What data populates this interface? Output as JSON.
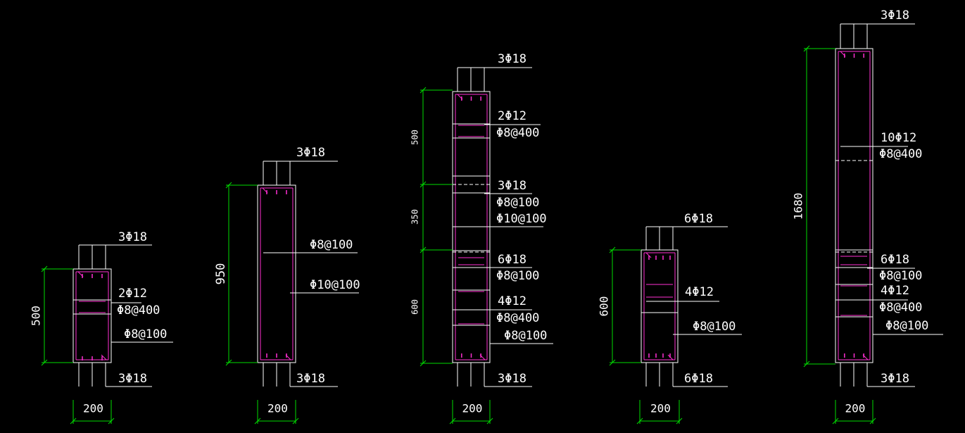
{
  "colors": {
    "background": "#000000",
    "outline": "#ffffff",
    "rebar": "#ff2fd2",
    "dimension": "#00dd00",
    "text": "#ffffff"
  },
  "sections": [
    {
      "id": "section-1",
      "width_dim": "200",
      "height_dims": [
        "500"
      ],
      "top_callout": "3Φ18",
      "bottom_callout": "3Φ18",
      "callouts": [
        "2Φ12",
        "Φ8@400",
        "Φ8@100"
      ]
    },
    {
      "id": "section-2",
      "width_dim": "200",
      "height_dims": [
        "950"
      ],
      "top_callout": "3Φ18",
      "bottom_callout": "3Φ18",
      "callouts": [
        "Φ8@100",
        "Φ10@100"
      ]
    },
    {
      "id": "section-3",
      "width_dim": "200",
      "height_dims": [
        "500",
        "350",
        "600"
      ],
      "top_callout": "3Φ18",
      "bottom_callout": "3Φ18",
      "callouts": [
        "2Φ12",
        "Φ8@400",
        "3Φ18",
        "Φ8@100",
        "Φ10@100",
        "6Φ18",
        "Φ8@100",
        "4Φ12",
        "Φ8@400",
        "Φ8@100"
      ]
    },
    {
      "id": "section-4",
      "width_dim": "200",
      "height_dims": [
        "600"
      ],
      "top_callout": "6Φ18",
      "bottom_callout": "6Φ18",
      "callouts": [
        "4Φ12",
        "Φ8@100"
      ]
    },
    {
      "id": "section-5",
      "width_dim": "200",
      "height_dims": [
        "1680"
      ],
      "top_callout": "3Φ18",
      "bottom_callout": "3Φ18",
      "callouts": [
        "10Φ12",
        "Φ8@400",
        "6Φ18",
        "Φ8@100",
        "4Φ12",
        "Φ8@400",
        "Φ8@100"
      ]
    }
  ]
}
